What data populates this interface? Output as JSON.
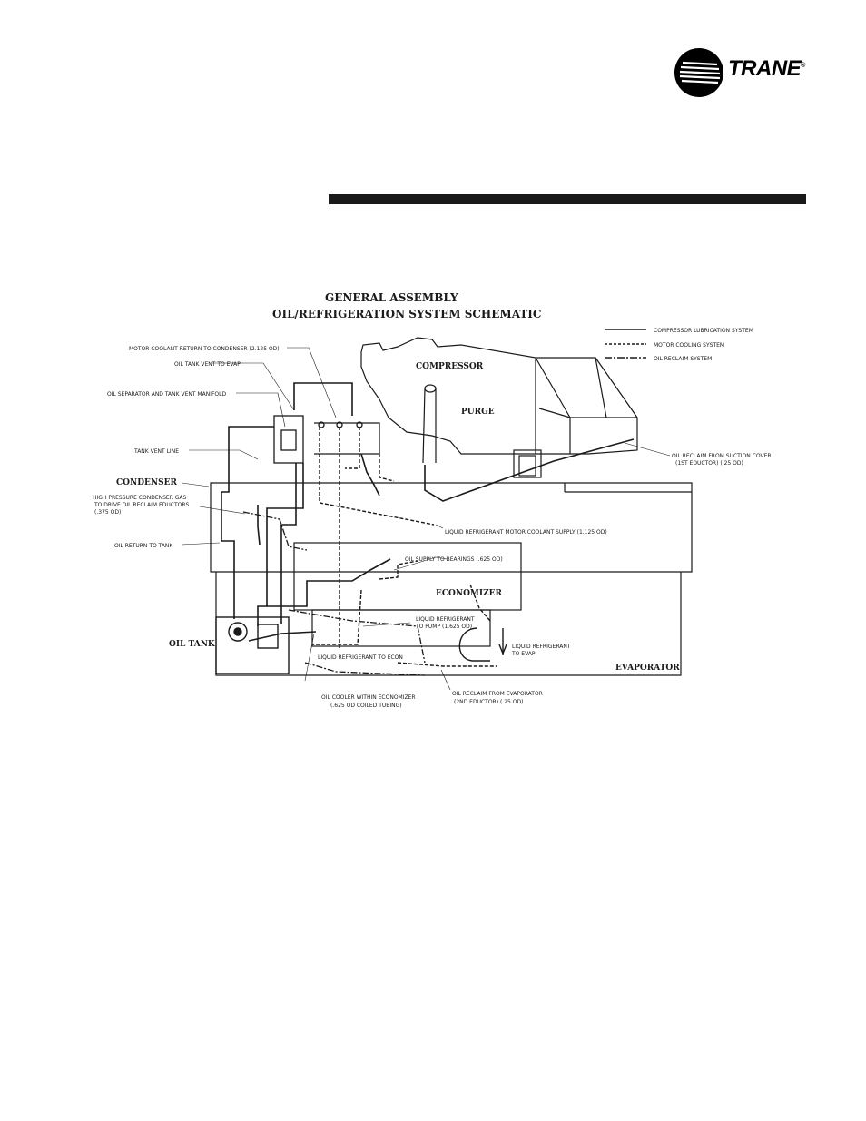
{
  "brand": {
    "name": "TRANE",
    "trademark": "®"
  },
  "diagram": {
    "title_line1": "GENERAL ASSEMBLY",
    "title_line2": "OIL/REFRIGERATION SYSTEM SCHEMATIC",
    "legend": [
      {
        "label": "COMPRESSOR LUBRICATION SYSTEM",
        "style": "solid"
      },
      {
        "label": "MOTOR COOLING SYSTEM",
        "style": "dashed"
      },
      {
        "label": "OIL RECLAIM SYSTEM",
        "style": "dash-dot"
      }
    ],
    "components": {
      "compressor": "COMPRESSOR",
      "purge": "PURGE",
      "condenser": "CONDENSER",
      "economizer": "ECONOMIZER",
      "oil_tank": "OIL TANK",
      "evaporator": "EVAPORATOR"
    },
    "callouts": {
      "motor_coolant_return": "MOTOR COOLANT RETURN TO CONDENSER (2.125 OD)",
      "oil_tank_vent": "OIL TANK VENT TO EVAP",
      "oil_separator": "OIL SEPARATOR AND TANK VENT MANIFOLD",
      "tank_vent_line": "TANK VENT LINE",
      "high_pressure_1": "HIGH PRESSURE CONDENSER GAS",
      "high_pressure_2": "TO DRIVE OIL RECLAIM EDUCTORS",
      "high_pressure_3": "(.375 OD)",
      "oil_return": "OIL RETURN TO TANK",
      "oil_reclaim_suction_1": "OIL RECLAIM FROM SUCTION COVER",
      "oil_reclaim_suction_2": "(1ST EDUCTOR) (.25 OD)",
      "liquid_motor_coolant": "LIQUID REFRIGERANT MOTOR COOLANT SUPPLY (1.125 OD)",
      "oil_supply_bearings": "OIL SUPPLY TO BEARINGS (.625 OD)",
      "liquid_pump_1": "LIQUID REFRIGERANT",
      "liquid_pump_2": "TO PUMP (1.625 OD)",
      "liquid_evap_1": "LIQUID REFRIGERANT",
      "liquid_evap_2": "TO EVAP",
      "liquid_econ": "LIQUID REFRIGERANT TO ECON",
      "oil_cooler_1": "OIL COOLER WITHIN ECONOMIZER",
      "oil_cooler_2": "(.625 OD COILED TUBING)",
      "oil_reclaim_evap_1": "OIL RECLAIM FROM EVAPORATOR",
      "oil_reclaim_evap_2": "(2ND EDUCTOR) (.25 OD)"
    }
  }
}
